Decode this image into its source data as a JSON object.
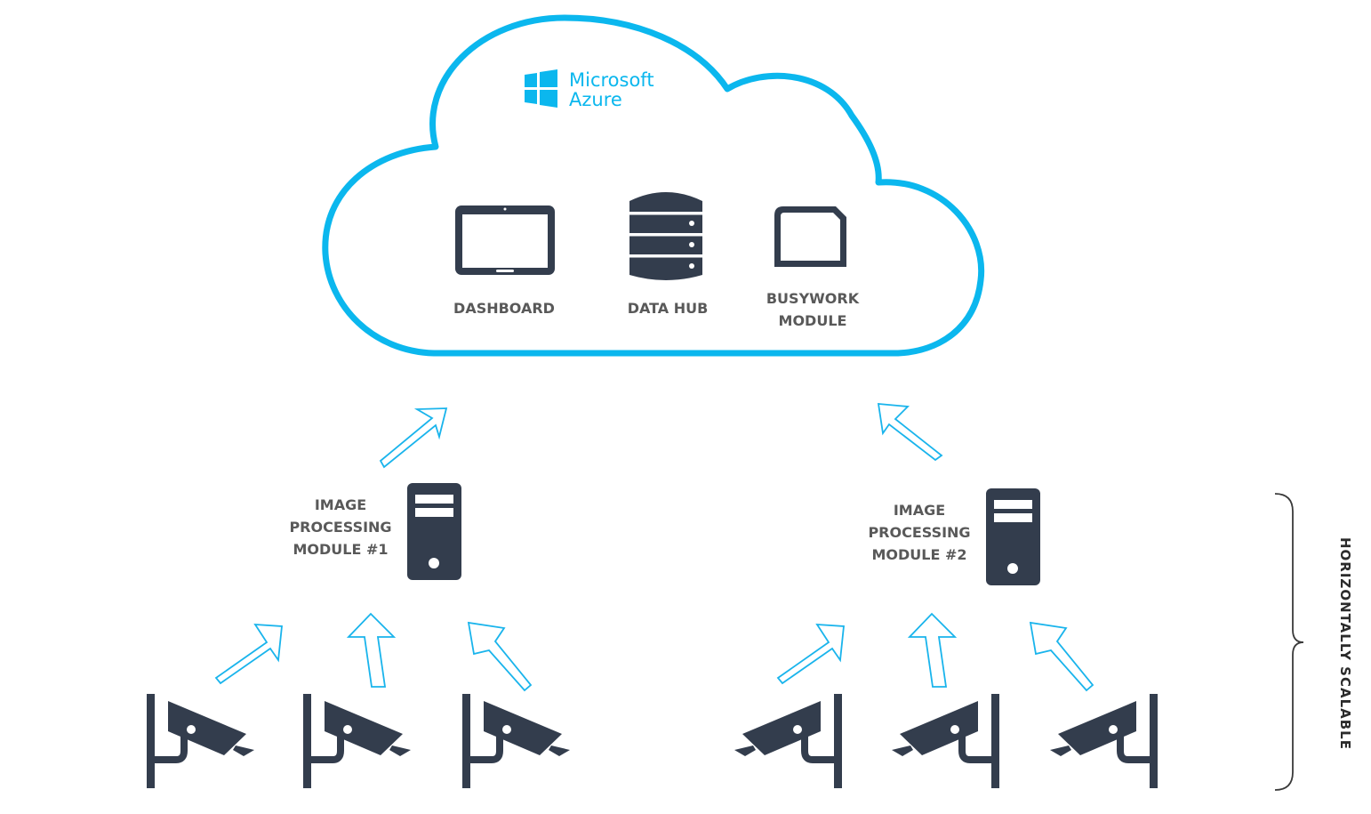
{
  "brand": {
    "line1": "Microsoft",
    "line2": "Azure"
  },
  "cloud_items": [
    {
      "label": [
        "DASHBOARD"
      ],
      "icon": "tablet-icon"
    },
    {
      "label": [
        "DATA HUB"
      ],
      "icon": "database-icon"
    },
    {
      "label": [
        "BUSYWORK",
        "MODULE"
      ],
      "icon": "sd-card-icon"
    }
  ],
  "modules": [
    {
      "label": [
        "IMAGE",
        "PROCESSING",
        "MODULE #1"
      ],
      "icon": "server-icon"
    },
    {
      "label": [
        "IMAGE",
        "PROCESSING",
        "MODULE #2"
      ],
      "icon": "server-icon"
    }
  ],
  "cameras": {
    "count_per_module": 3,
    "icon": "security-camera-icon"
  },
  "side_note": "HORIZONTALLY  SCALABLE",
  "colors": {
    "accent": "#0bb7ee",
    "dark": "#333d4d",
    "label": "#595959"
  }
}
